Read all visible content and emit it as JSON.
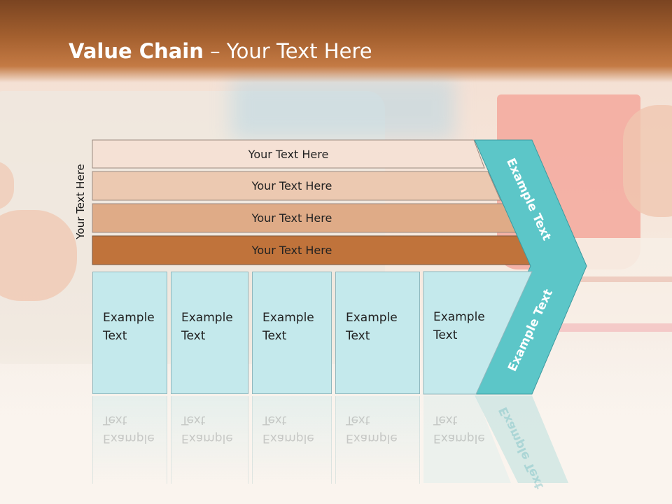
{
  "slide": {
    "title_bold": "Value Chain",
    "title_rest": " – Your Text Here",
    "axis_label": "Your Text Here",
    "rows": [
      {
        "label": "Your Text Here",
        "color": "#f5e1d5"
      },
      {
        "label": "Your Text Here",
        "color": "#ecc9b1"
      },
      {
        "label": "Your Text Here",
        "color": "#dfab87"
      },
      {
        "label": "Your Text Here",
        "color": "#c0733b"
      }
    ],
    "columns": [
      {
        "line1": "Example",
        "line2": "Text"
      },
      {
        "line1": "Example",
        "line2": "Text"
      },
      {
        "line1": "Example",
        "line2": "Text"
      },
      {
        "line1": "Example",
        "line2": "Text"
      },
      {
        "line1": "Example",
        "line2": "Text"
      }
    ],
    "chevron_top": "Example Text",
    "chevron_bottom": "Example Text",
    "colors": {
      "title_bar": "#a4602f",
      "chevron": "#5cc6c8",
      "column_fill": "#c4e9ec"
    }
  }
}
